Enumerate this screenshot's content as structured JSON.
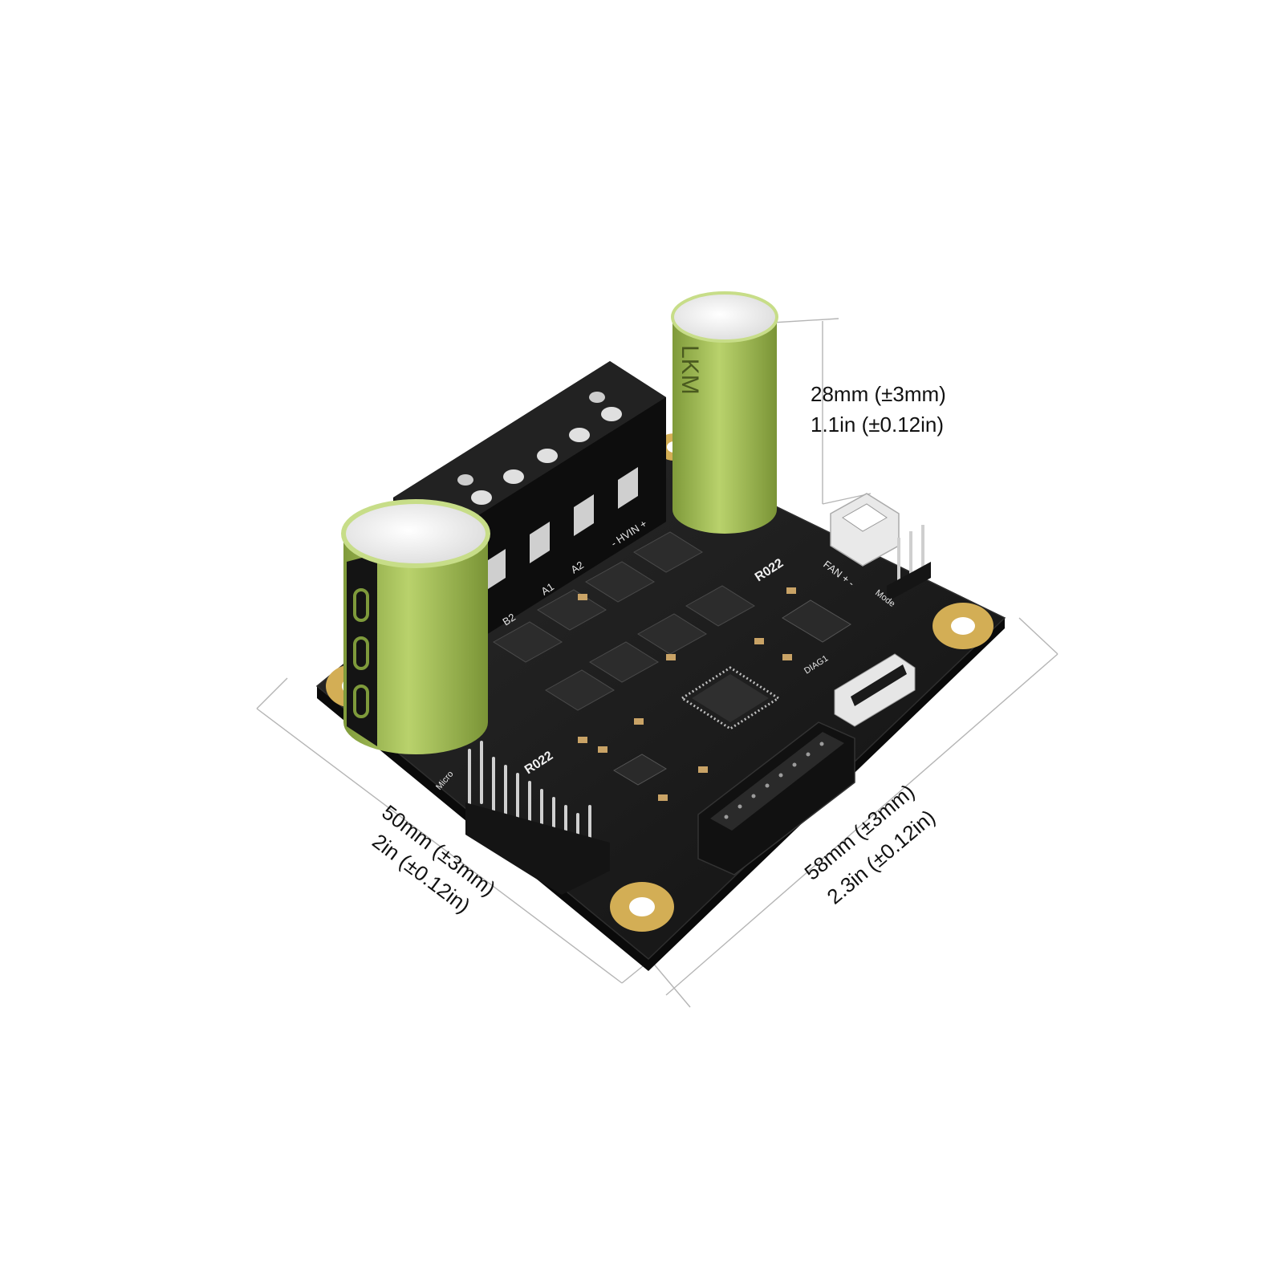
{
  "dimensions": {
    "height_mm": "28mm (±3mm)",
    "height_in": "1.1in (±0.12in)",
    "length_mm": "58mm (±3mm)",
    "length_in": "2.3in (±0.12in)",
    "width_mm": "50mm (±3mm)",
    "width_in": "2in (±0.12in)"
  },
  "board_labels": {
    "hvin": "- HVIN +",
    "a2": "A2",
    "a1": "A1",
    "b2": "B2",
    "fan": "FAN + -",
    "mode": "Mode",
    "diag": "DIAG1",
    "resistor_1": "R022",
    "resistor_2": "R022",
    "microstep": "Micro",
    "cap_text": "LKM"
  },
  "colors": {
    "pcb": "#1a1a1a",
    "capacitor": "#a7c35a",
    "pad_gold": "#d3ae55",
    "terminal": "#151515"
  }
}
